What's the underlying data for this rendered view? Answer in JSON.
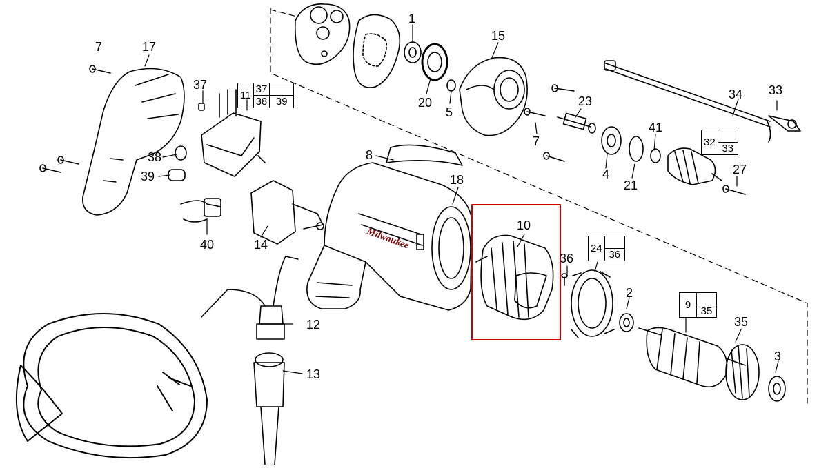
{
  "brand_text": "Milwaukee",
  "highlight_label": "10",
  "parts": [
    "1",
    "2",
    "3",
    "4",
    "5",
    "7",
    "7",
    "8",
    "12",
    "13",
    "14",
    "15",
    "17",
    "18",
    "20",
    "21",
    "23",
    "27",
    "33",
    "34",
    "35",
    "36",
    "37",
    "38",
    "39",
    "40",
    "41"
  ],
  "callouts": {
    "c11": {
      "main": "11",
      "a": "37",
      "b": "",
      "c": "38",
      "d": "39"
    },
    "c24": {
      "main": "24",
      "b": "36"
    },
    "c32": {
      "main": "32",
      "b": "33"
    },
    "c9": {
      "main": "9",
      "b": "35"
    }
  },
  "colors": {
    "highlight": "#d40000",
    "ink": "#000000",
    "brand": "#7a0000"
  }
}
